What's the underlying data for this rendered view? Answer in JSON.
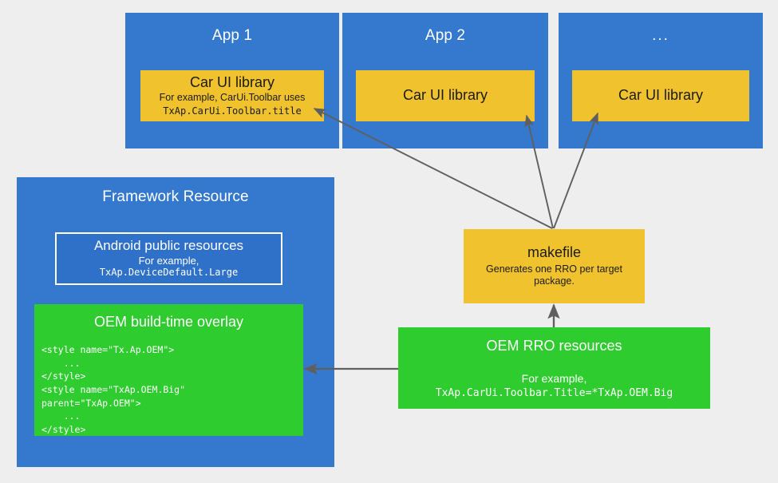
{
  "colors": {
    "background": "#eeeeee",
    "blue": "#3479ce",
    "blue_inner": "#2f71c9",
    "yellow": "#f0c22e",
    "green": "#2ecc2e",
    "arrow": "#5f5f5f",
    "text_light": "#ffffff",
    "text_dark": "#1b1b1b"
  },
  "apps": [
    {
      "title": "App 1",
      "library": {
        "headline": "Car UI library",
        "sub": "For example, CarUi.Toolbar uses",
        "code": "TxAp.CarUi.Toolbar.title"
      }
    },
    {
      "title": "App 2",
      "library": {
        "headline": "Car UI library",
        "sub": "",
        "code": ""
      }
    },
    {
      "title": "...",
      "library": {
        "headline": "Car UI library",
        "sub": "",
        "code": ""
      }
    }
  ],
  "framework": {
    "title": "Framework Resource",
    "android_public_resources": {
      "headline": "Android public resources",
      "sub": "For example,",
      "code": "TxAp.DeviceDefault.Large"
    },
    "oem_build_time_overlay": {
      "title": "OEM build-time overlay",
      "code": "<style name=\"Tx.Ap.OEM\">\n    ...\n</style>\n<style name=\"TxAp.OEM.Big\"\nparent=\"TxAp.OEM\">\n    ...\n</style>"
    }
  },
  "makefile": {
    "headline": "makefile",
    "sub": "Generates one RRO per target package."
  },
  "oem_rro_resources": {
    "title": "OEM RRO resources",
    "sub": "For example,",
    "code": "TxAp.CarUi.Toolbar.Title=*TxAp.OEM.Big"
  },
  "arrows": [
    {
      "name": "makefile-to-app1",
      "from": "makefile",
      "to": "app-1-car-ui-library"
    },
    {
      "name": "makefile-to-app2",
      "from": "makefile",
      "to": "app-2-car-ui-library"
    },
    {
      "name": "makefile-to-app3",
      "from": "makefile",
      "to": "app-3-car-ui-library"
    },
    {
      "name": "rro-to-makefile",
      "from": "oem-rro-resources",
      "to": "makefile"
    },
    {
      "name": "rro-to-overlay",
      "from": "oem-rro-resources",
      "to": "oem-build-time-overlay"
    }
  ]
}
